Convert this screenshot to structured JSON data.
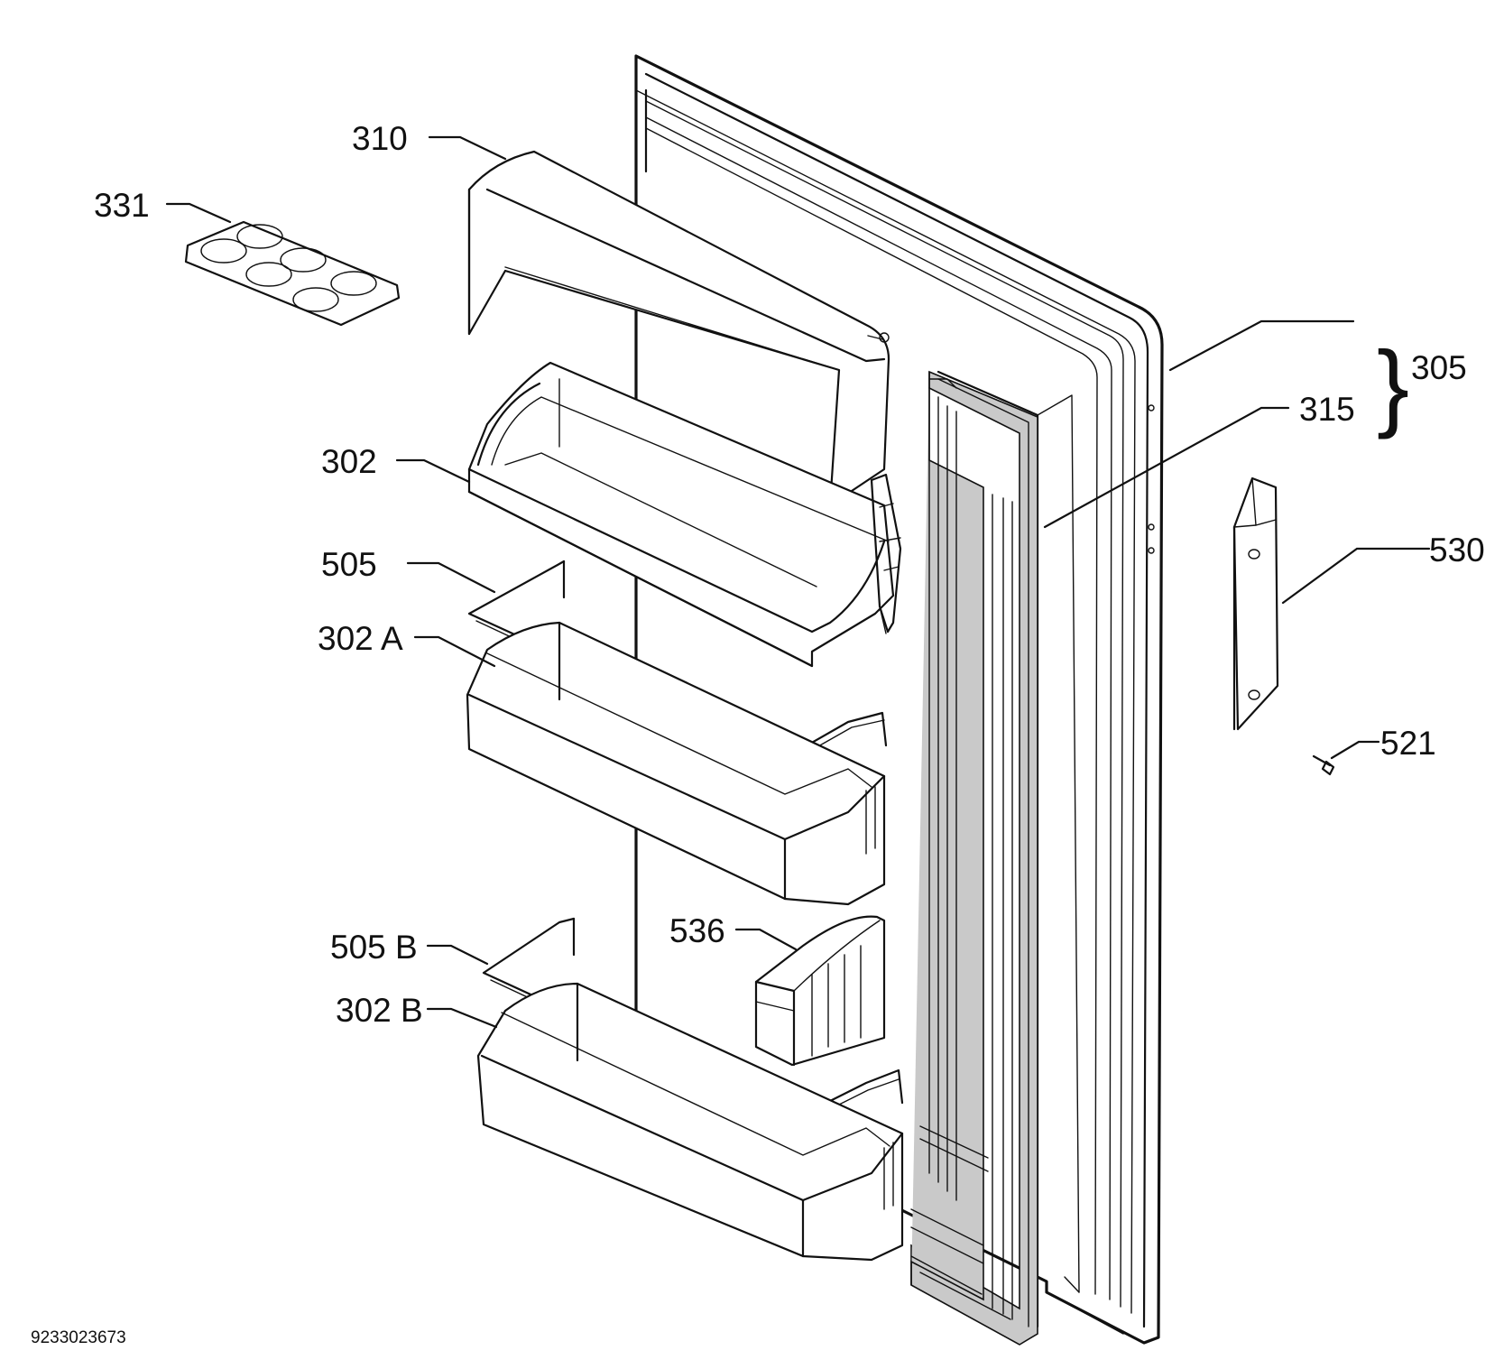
{
  "document_number": "9233023673",
  "callouts": {
    "c310": "310",
    "c331": "331",
    "c302": "302",
    "c505": "505",
    "c302a": "302 A",
    "c505b": "505 B",
    "c536": "536",
    "c302b": "302 B",
    "c305": "305",
    "c315": "315",
    "c530": "530",
    "c521": "521"
  },
  "bracket_symbol": "}"
}
